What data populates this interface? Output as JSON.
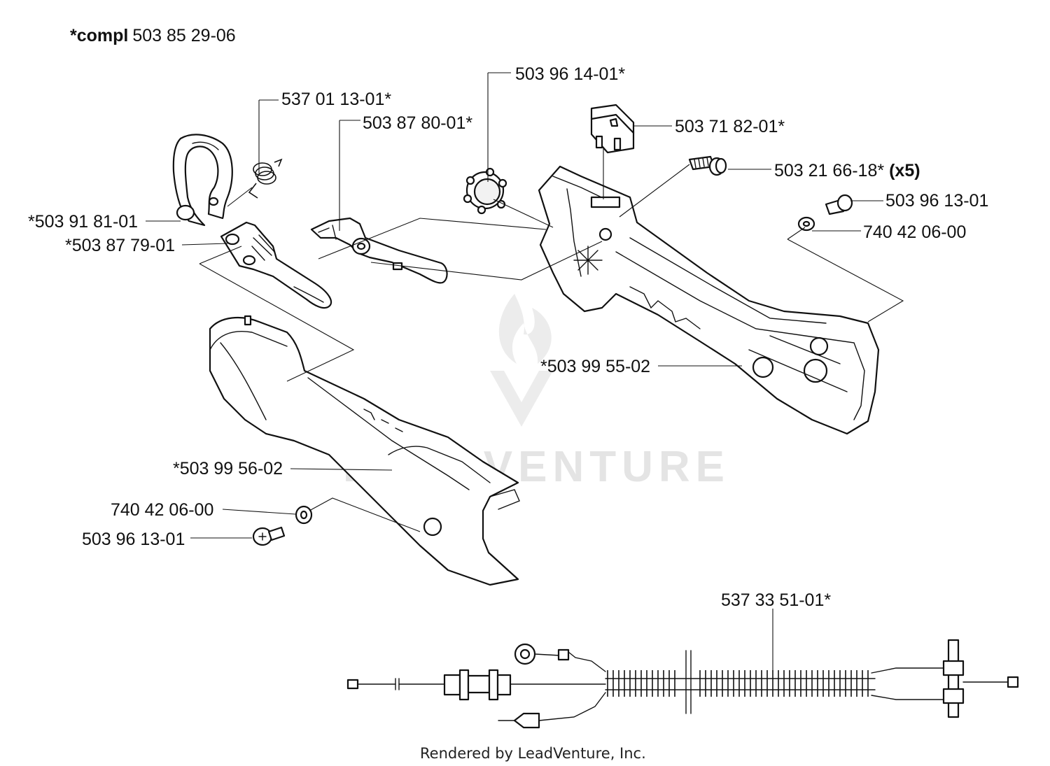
{
  "header": {
    "compl_prefix": "*compl",
    "compl_number": "503 85 29-06"
  },
  "watermark": {
    "brand": "LEADVENTURE"
  },
  "labels": {
    "p_503_96_14_01": "503 96 14-01*",
    "p_537_01_13_01": "537 01 13-01*",
    "p_503_87_80_01": "503 87 80-01*",
    "p_503_71_82_01": "503 71 82-01*",
    "p_503_21_66_18": "503 21 66-18*",
    "p_503_21_66_18_qty": "(x5)",
    "p_503_96_13_01_top": "503 96 13-01",
    "p_740_42_06_00_top": "740 42 06-00",
    "p_503_91_81_01": "*503 91 81-01",
    "p_503_87_79_01": "*503 87 79-01",
    "p_503_99_55_02": "*503 99 55-02",
    "p_503_99_56_02": "*503 99 56-02",
    "p_740_42_06_00_bottom": "740 42 06-00",
    "p_503_96_13_01_bottom": "503 96 13-01",
    "p_537_33_51_01": "537 33 51-01*"
  },
  "footer": {
    "rendered_by": "Rendered by LeadVenture, Inc."
  }
}
